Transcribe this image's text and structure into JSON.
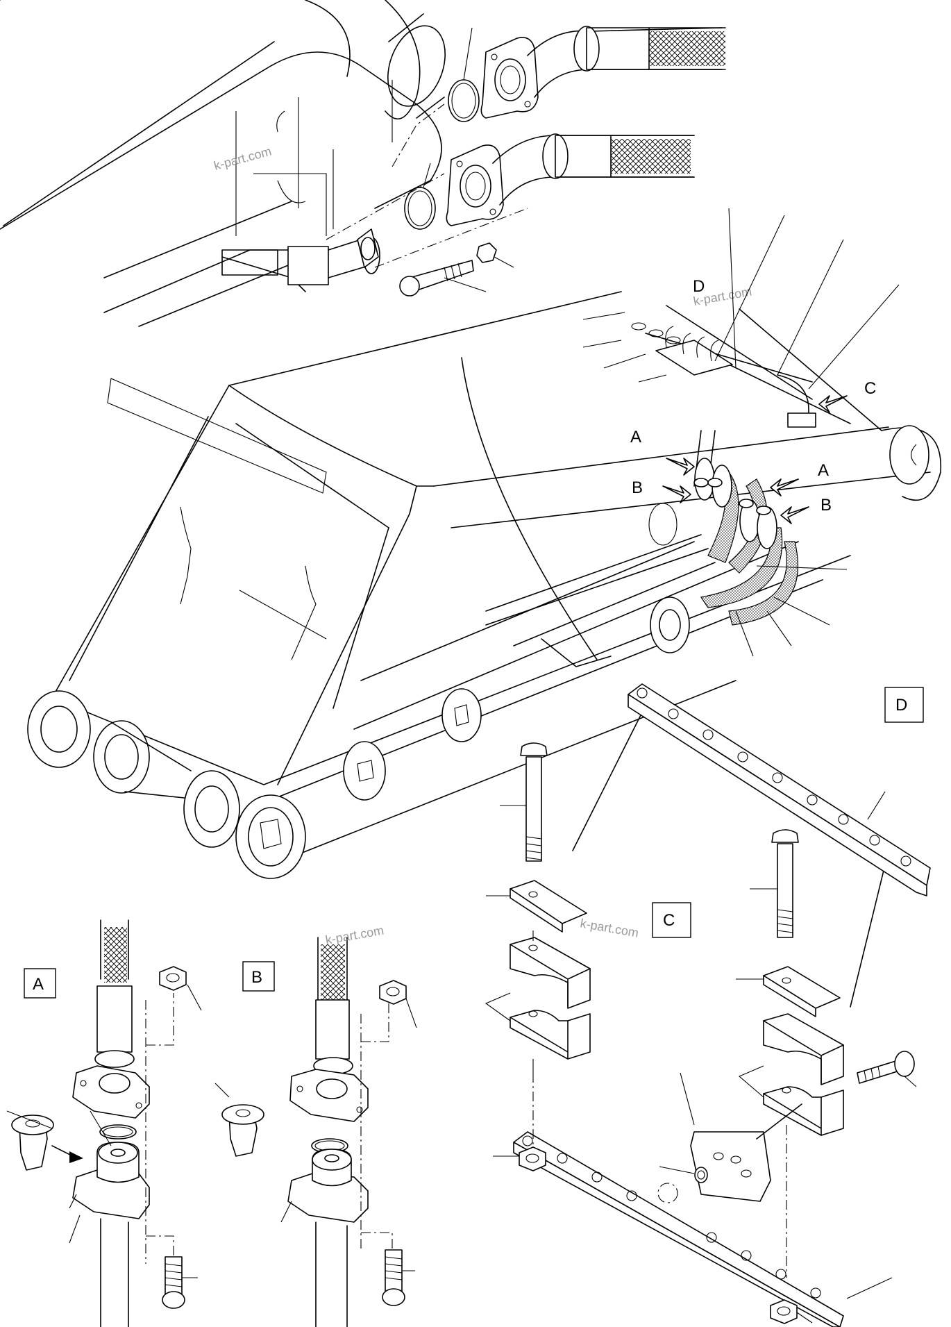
{
  "watermark": "k-part.com",
  "callouts": {
    "A": "A",
    "B": "B",
    "C": "C",
    "D": "D"
  },
  "detail_views": {
    "A": "A",
    "B": "B",
    "C": "C",
    "D": "D"
  },
  "colors": {
    "line": "#000000",
    "background": "#ffffff",
    "watermark": "#9a9a9a"
  }
}
